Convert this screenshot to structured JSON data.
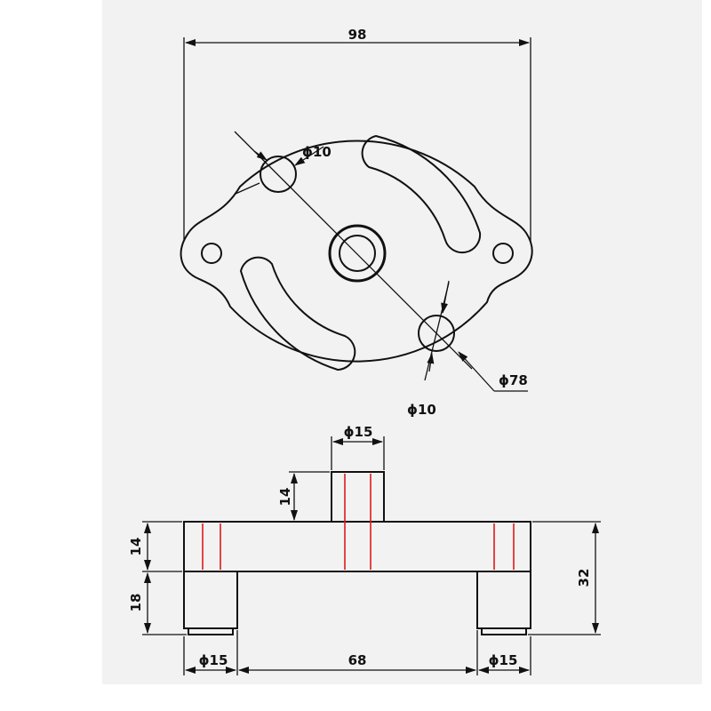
{
  "drawing": {
    "top_view": {
      "overall_width": "98",
      "hole_upper_diameter": "ϕ10",
      "hole_lower_diameter": "ϕ10",
      "bolt_circle_diameter": "ϕ78"
    },
    "front_view": {
      "hub_diameter": "ϕ15",
      "hub_height": "14",
      "plate_thickness": "14",
      "leg_height": "18",
      "total_height": "32",
      "left_leg_diameter": "ϕ15",
      "leg_spacing": "68",
      "right_leg_diameter": "ϕ15"
    }
  }
}
